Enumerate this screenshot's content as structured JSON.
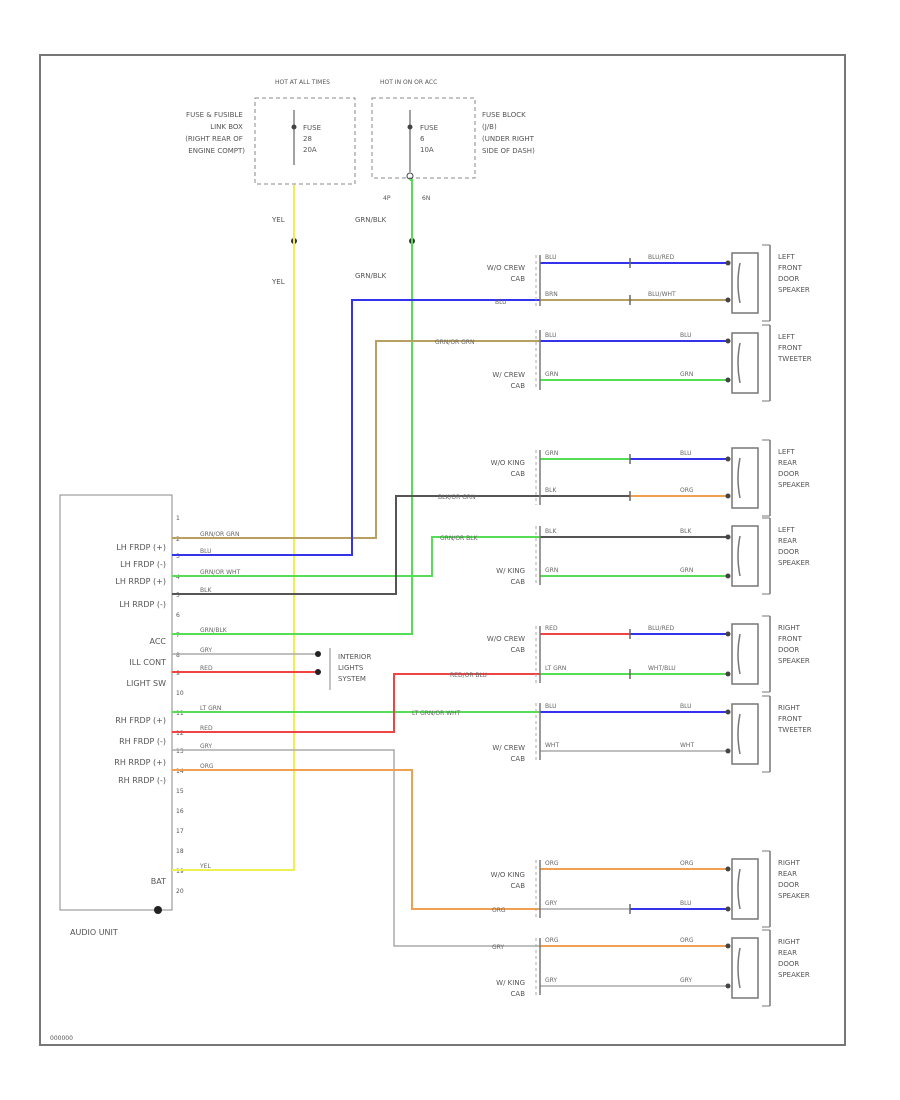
{
  "power": {
    "hot_all_times": "HOT AT ALL TIMES",
    "hot_run": "HOT IN ON OR ACC",
    "fuse_left_location": [
      "FUSE & FUSIBLE",
      "LINK BOX",
      "(RIGHT REAR OF",
      "ENGINE COMPT)"
    ],
    "fuse_left_label": [
      "FUSE",
      "28",
      "20A"
    ],
    "fuse_right_location": [
      "FUSE BLOCK",
      "(J/B)",
      "(UNDER RIGHT",
      "SIDE OF DASH)"
    ],
    "fuse_right_label": [
      "FUSE",
      "6",
      "10A"
    ],
    "conn_left": "4P",
    "conn_right": "6N"
  },
  "wires": {
    "yel": "YEL",
    "grn_blk": "GRN/BLK"
  },
  "audio_unit": {
    "name": "AUDIO UNIT",
    "pins": [
      "LH FRDP (+)",
      "LH FRDP (-)",
      "LH RRDP (+)",
      "LH RRDP (-)",
      "ACC",
      "ILL CONT",
      "LIGHT SW",
      "RH FRDP (+)",
      "RH FRDP (-)",
      "RH RRDP (+)",
      "RH RRDP (-)",
      "BAT"
    ],
    "pin_numbers": [
      "1",
      "2",
      "3",
      "4",
      "5",
      "6",
      "7",
      "8",
      "9",
      "10",
      "11",
      "12",
      "13",
      "14",
      "15",
      "16",
      "17",
      "18",
      "19",
      "20"
    ],
    "wire_colors": [
      "GRN/OR GRN",
      "BLU",
      "GRN/OR WHT",
      "BLK",
      "GRN/BLK",
      "GRY",
      "RED",
      "LT GRN",
      "RED",
      "GRY",
      "ORG",
      "YEL"
    ]
  },
  "interior_lights": [
    "INTERIOR",
    "LIGHTS",
    "SYSTEM"
  ],
  "connectors": {
    "c1": [
      "W/O CREW",
      "CAB"
    ],
    "c2": [
      "W/ CREW",
      "CAB"
    ],
    "c3": [
      "W/O KING",
      "CAB"
    ],
    "c4": [
      "W/ KING",
      "CAB"
    ],
    "c5": [
      "W/O CREW",
      "CAB"
    ],
    "c6": [
      "W/ CREW",
      "CAB"
    ],
    "c7": [
      "W/O KING",
      "CAB"
    ],
    "c8": [
      "W/ KING",
      "CAB"
    ]
  },
  "speakers": {
    "s1": [
      "LEFT",
      "FRONT",
      "DOOR",
      "SPEAKER"
    ],
    "s2": [
      "LEFT",
      "FRONT",
      "TWEETER"
    ],
    "s3": [
      "LEFT",
      "REAR",
      "DOOR",
      "SPEAKER"
    ],
    "s4": [
      "LEFT",
      "REAR",
      "DOOR",
      "SPEAKER"
    ],
    "s5": [
      "RIGHT",
      "FRONT",
      "DOOR",
      "SPEAKER"
    ],
    "s6": [
      "RIGHT",
      "FRONT",
      "TWEETER"
    ],
    "s7": [
      "RIGHT",
      "REAR",
      "DOOR",
      "SPEAKER"
    ],
    "s8": [
      "RIGHT",
      "REAR",
      "DOOR",
      "SPEAKER"
    ]
  },
  "run_labels": {
    "r1a": "BLU",
    "r1b": "BLU/RED",
    "r1c": "BRN",
    "r1d": "BLU/WHT",
    "r2a": "BLU",
    "r2b": "BLU",
    "r2c": "GRN",
    "r2d": "GRN",
    "r3a": "GRN",
    "r3b": "BLU",
    "r3c": "BLK",
    "r3d": "ORG",
    "r4a": "BLK",
    "r4b": "BLK",
    "r4c": "GRN",
    "r4d": "GRN",
    "r5a": "RED",
    "r5b": "BLU/RED",
    "r5c": "LT GRN",
    "r5d": "WHT/BLU",
    "r6a": "BLU",
    "r6b": "BLU",
    "r6c": "WHT",
    "r6d": "WHT",
    "r7a": "ORG",
    "r7b": "ORG",
    "r7c": "GRY",
    "r7d": "BLU",
    "r8a": "ORG",
    "r8b": "ORG",
    "r8c": "GRY",
    "r8d": "GRY",
    "m1": "BLU",
    "m2": "GRN/OR GRN",
    "m3": "BLK/OR GRN",
    "m4": "GRN/OR BLK",
    "m5": "RED/OR BLU",
    "m6": "LT GRN/OR WHT",
    "m7": "ORG",
    "m8": "GRY"
  },
  "footer_code": "000000",
  "colors": {
    "blue": "#3333ee",
    "tan": "#b8a060",
    "green": "#55dd55",
    "black": "#555555",
    "red": "#ee4444",
    "orange": "#f0a050",
    "yellow": "#eeee55",
    "gray": "#aaaaaa"
  }
}
